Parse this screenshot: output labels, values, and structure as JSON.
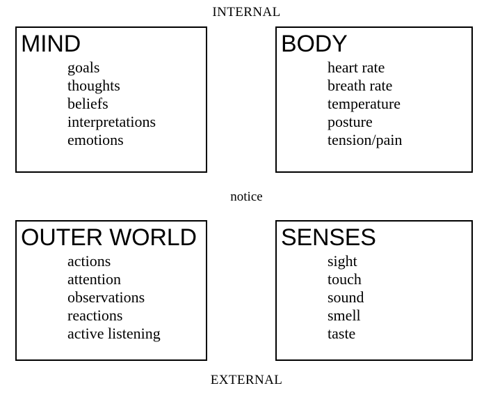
{
  "diagram": {
    "poles": {
      "top_label": "INTERNAL",
      "bottom_label": "EXTERNAL",
      "middle_label": "notice"
    },
    "quadrants": [
      {
        "id": "mind",
        "title": "MIND",
        "items": [
          "goals",
          "thoughts",
          "beliefs",
          "interpretations",
          "emotions"
        ]
      },
      {
        "id": "body",
        "title": "BODY",
        "items": [
          "heart rate",
          "breath rate",
          "temperature",
          "posture",
          "tension/pain"
        ]
      },
      {
        "id": "outer-world",
        "title": "OUTER WORLD",
        "items": [
          "actions",
          "attention",
          "observations",
          "reactions",
          "active listening"
        ]
      },
      {
        "id": "senses",
        "title": "SENSES",
        "items": [
          "sight",
          "touch",
          "sound",
          "smell",
          "taste"
        ]
      }
    ],
    "colors": {
      "background": "#ffffff",
      "text": "#000000",
      "box_border": "#000000"
    }
  }
}
